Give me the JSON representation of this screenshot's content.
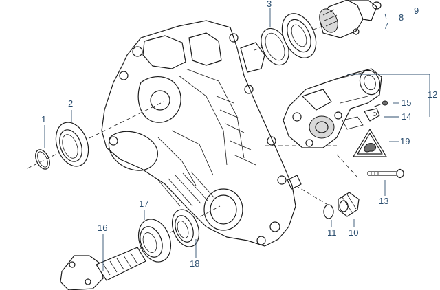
{
  "diagram": {
    "callouts": [
      {
        "id": "c1",
        "text": "1"
      },
      {
        "id": "c2",
        "text": "2"
      },
      {
        "id": "c3",
        "text": "3"
      },
      {
        "id": "c7",
        "text": "7"
      },
      {
        "id": "c8",
        "text": "8"
      },
      {
        "id": "c9",
        "text": "9"
      },
      {
        "id": "c10",
        "text": "10"
      },
      {
        "id": "c11",
        "text": "11"
      },
      {
        "id": "c12",
        "text": "12"
      },
      {
        "id": "c13",
        "text": "13"
      },
      {
        "id": "c14",
        "text": "14"
      },
      {
        "id": "c15",
        "text": "15"
      },
      {
        "id": "c16",
        "text": "16"
      },
      {
        "id": "c17",
        "text": "17"
      },
      {
        "id": "c18",
        "text": "18"
      },
      {
        "id": "c19",
        "text": "19"
      }
    ],
    "colors": {
      "callout_text": "#2a4d6e",
      "line_art": "#1a1a1a",
      "background": "#ffffff"
    }
  }
}
